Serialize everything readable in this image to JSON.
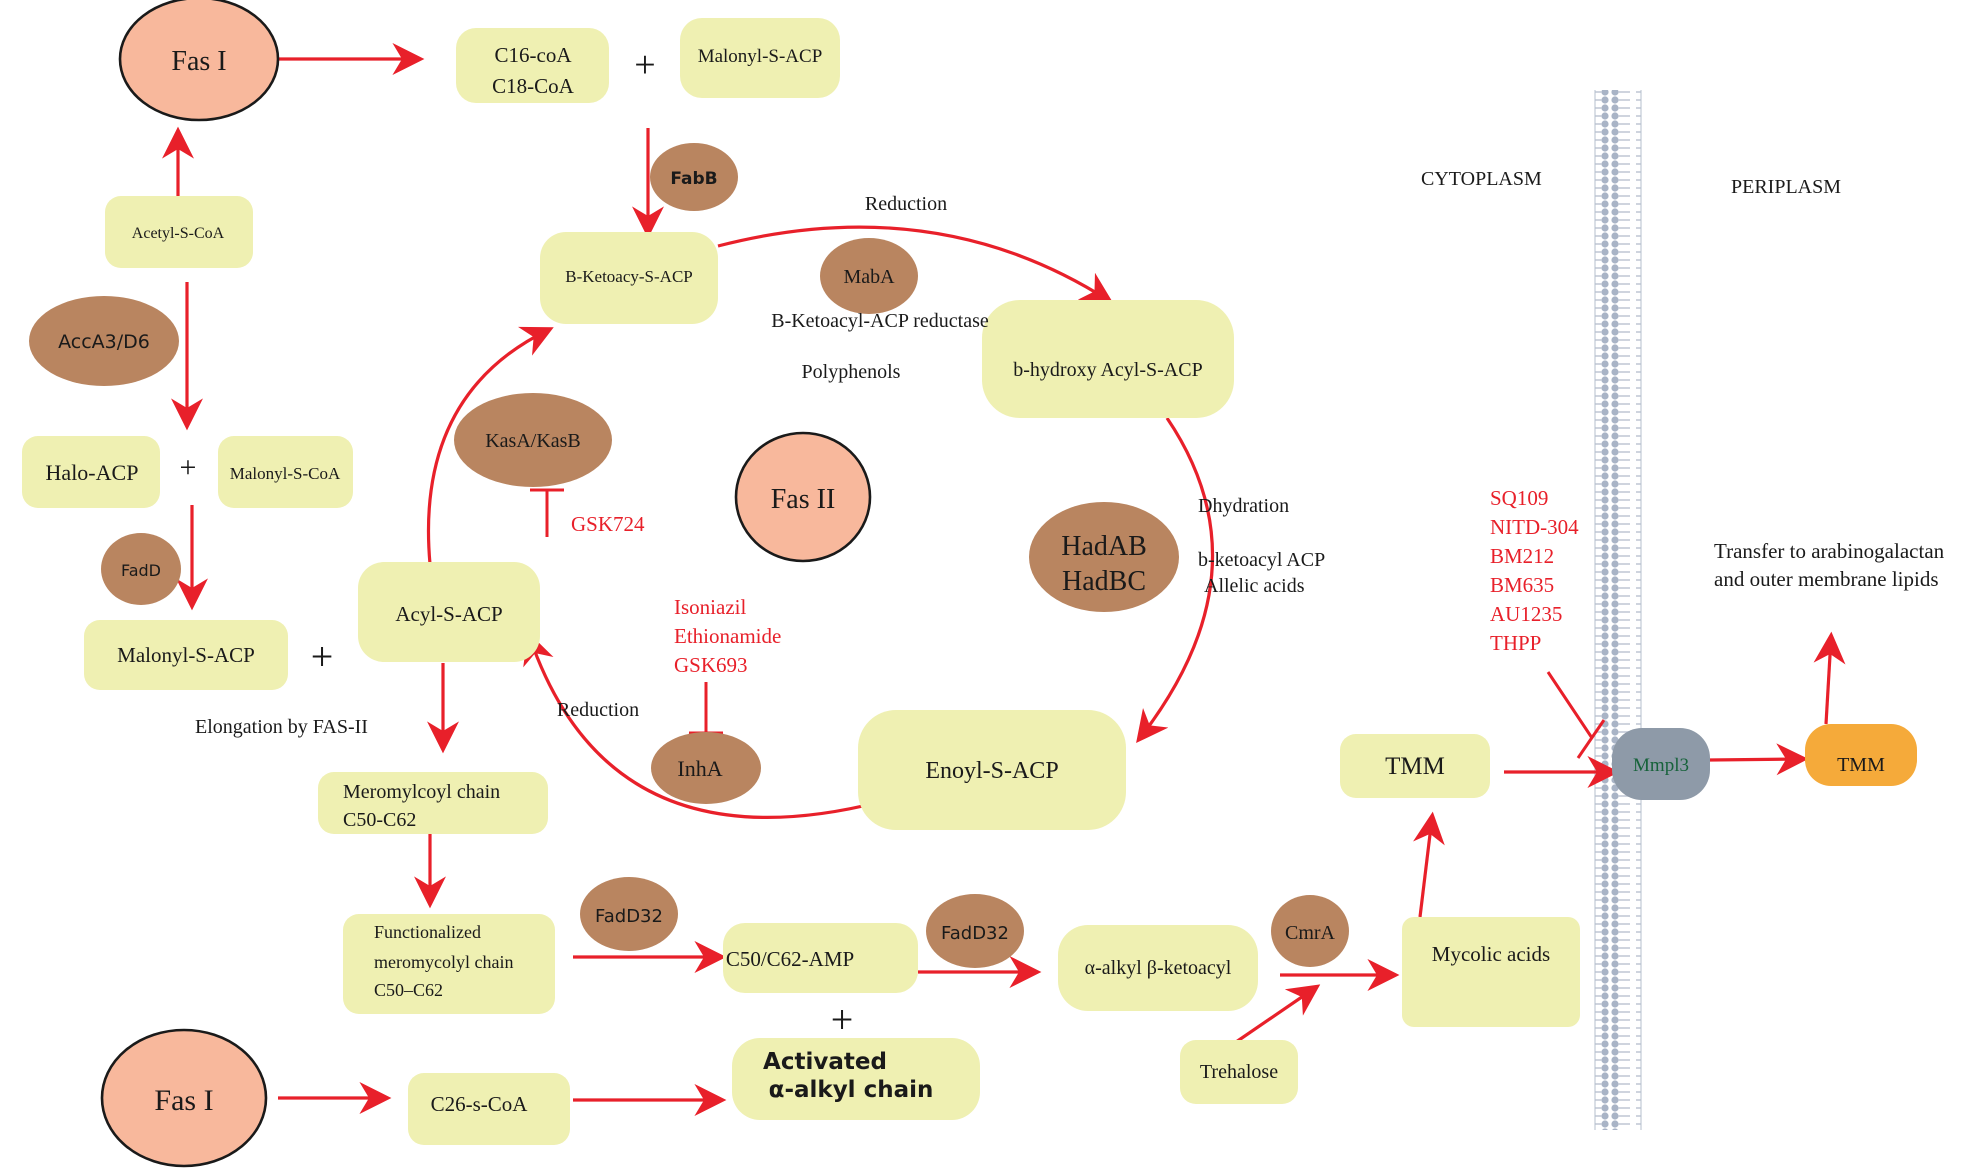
{
  "colors": {
    "box_fill": "#eff0b2",
    "enzyme_fill": "#b98560",
    "fas_fill": "#f8b89c",
    "arrow": "#e8202a",
    "inhibitor_text": "#e8202a",
    "membrane": "#a9b4c6",
    "mmpl3_fill": "#8e9aa8",
    "tmm_out_fill": "#f5aa3a"
  },
  "regions": {
    "cytoplasm": "CYTOPLASM",
    "periplasm": "PERIPLASM"
  },
  "nodes": {
    "fas1_top": "Fas I",
    "fas1_bottom": "Fas I",
    "fas2": "Fas II",
    "c16_line1": "C16-coA",
    "c16_line2": "C18-CoA",
    "plus": "+",
    "malonyl_s_acp_top": "Malonyl-S-ACP",
    "acetyl_s_coa": "Acetyl-S-CoA",
    "halo_acp": "Halo-ACP",
    "malonyl_s_coa": "Malonyl-S-CoA",
    "malonyl_s_acp_left": "Malonyl-S-ACP",
    "b_ketoacy": "B-Ketoacy-S-ACP",
    "b_hydroxy": "b-hydroxy Acyl-S-ACP",
    "acyl_s_acp": "Acyl-S-ACP",
    "enoyl_s_acp": "Enoyl-S-ACP",
    "meromylcoyl_line1": "Meromylcoyl chain",
    "meromylcoyl_line2": "C50-C62",
    "functionalized_line1": "Functionalized",
    "functionalized_line2": "meromycolyl chain",
    "functionalized_line3": "C50–C62",
    "c50_amp": "C50/C62-AMP",
    "alpha_alkyl": "α-alkyl β-ketoacyl",
    "mycolic_acids": "Mycolic acids",
    "tmm_in": "TMM",
    "tmm_out": "TMM",
    "mmpl3": "Mmpl3",
    "trehalose": "Trehalose",
    "c26_s_coa": "C26-s-CoA",
    "activated_line1": "Activated",
    "activated_line2": "α-alkyl chain"
  },
  "enzymes": {
    "fabb": "FabB",
    "maba": "MabA",
    "acca3": "AccA3/D6",
    "kasa": "KasA/KasB",
    "fadd": "FadD",
    "hadab": "HadAB",
    "hadbc": "HadBC",
    "inha": "InhA",
    "fadd32_a": "FadD32",
    "fadd32_b": "FadD32",
    "cmra": "CmrA"
  },
  "labels": {
    "reduction_top": "Reduction",
    "bketoacyl_reductase": "B-Ketoacyl-ACP reductase",
    "polyphenols": "Polyphenols",
    "dhydration": "Dhydration",
    "bketoacyl_acp": "b-ketoacyl ACP",
    "allelic_acids": "Allelic acids",
    "reduction_bottom": "Reduction",
    "elongation": "Elongation by FAS-II",
    "transfer_line1": "Transfer to arabinogalactan",
    "transfer_line2": "and outer membrane lipids"
  },
  "inhibitors": {
    "gsk724": "GSK724",
    "inha_drugs": [
      "Isoniazil",
      "Ethionamide",
      "GSK693"
    ],
    "mmpl3_drugs": [
      "SQ109",
      "NITD-304",
      "BM212",
      "BM635",
      "AU1235",
      "THPP"
    ]
  }
}
